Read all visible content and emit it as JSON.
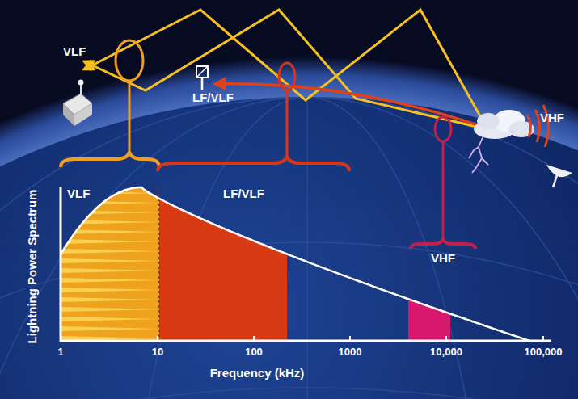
{
  "diagram": {
    "labels": [
      "VLF",
      "LF/VLF",
      "VHF",
      "VLF",
      "LF/VLF",
      "VHF",
      "Lightning Power Spectrum",
      "Frequency (kHz)",
      "1",
      "10",
      "100",
      "1000",
      "10,000",
      "100,000"
    ]
  }
}
